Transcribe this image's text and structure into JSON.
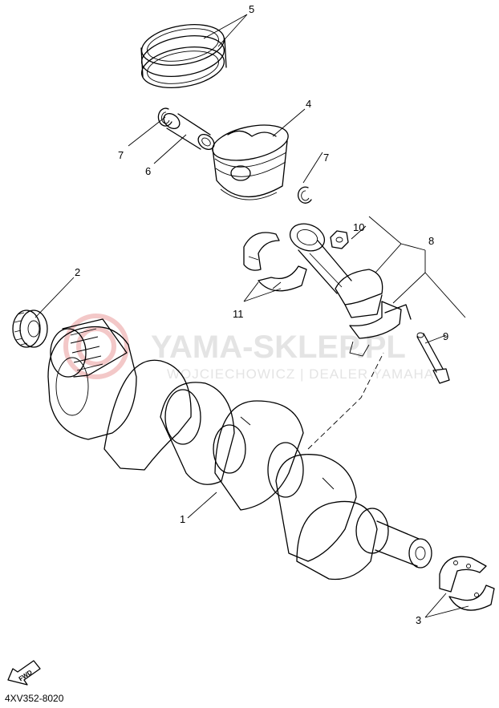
{
  "watermark": {
    "brand": "YAMA-SKLEP.PL",
    "tagline": "WOJCIECHOWICZ | DEALER YAMAHA",
    "logo_color": "#f3c8c8"
  },
  "fwd_label": "FWD",
  "diagram_code": "4XV352-8020",
  "callouts": [
    {
      "id": "1",
      "text": "1",
      "part": "crankshaft"
    },
    {
      "id": "2",
      "text": "2",
      "part": "sprocket gear"
    },
    {
      "id": "3",
      "text": "3",
      "part": "crank bearing shells"
    },
    {
      "id": "4",
      "text": "4",
      "part": "piston"
    },
    {
      "id": "5",
      "text": "5",
      "part": "piston rings"
    },
    {
      "id": "6",
      "text": "6",
      "part": "piston pin"
    },
    {
      "id": "7a",
      "text": "7",
      "part": "circlip"
    },
    {
      "id": "7b",
      "text": "7",
      "part": "circlip"
    },
    {
      "id": "8",
      "text": "8",
      "part": "connecting rod assy"
    },
    {
      "id": "9",
      "text": "9",
      "part": "rod bolt"
    },
    {
      "id": "10",
      "text": "10",
      "part": "rod nut"
    },
    {
      "id": "11",
      "text": "11",
      "part": "rod bearing shells"
    }
  ]
}
